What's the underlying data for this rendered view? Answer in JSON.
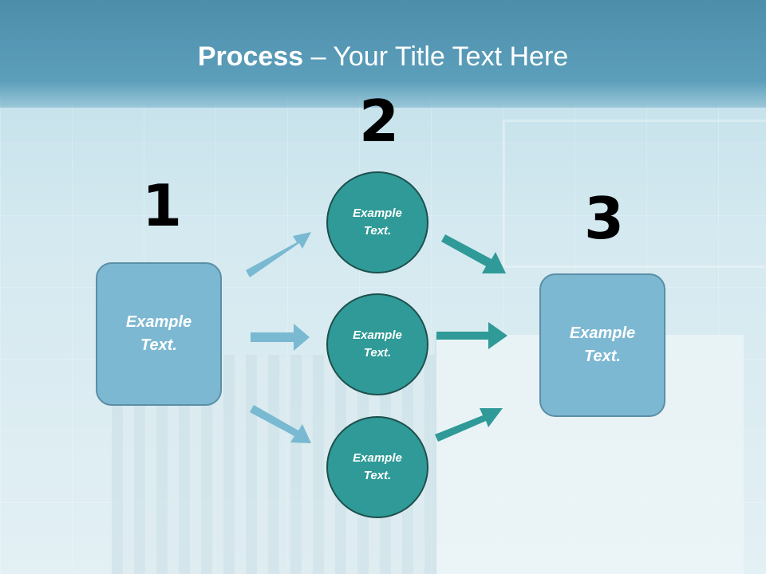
{
  "slide": {
    "title_bold": "Process",
    "title_rest": " – Your Title Text Here",
    "step_numbers": [
      "1",
      "2",
      "3"
    ],
    "left_box_text": [
      "Example",
      "Text."
    ],
    "right_box_text": [
      "Example",
      "Text."
    ],
    "circles": [
      {
        "line1": "Example",
        "line2": "Text."
      },
      {
        "line1": "Example",
        "line2": "Text."
      },
      {
        "line1": "Example",
        "line2": "Text."
      }
    ]
  },
  "colors": {
    "title_band": "#5c9fbb",
    "box_fill": "#7db8d2",
    "circle_fill": "#2f9a97",
    "arrow_light": "#79b9d1",
    "arrow_teal": "#2f9a97"
  }
}
